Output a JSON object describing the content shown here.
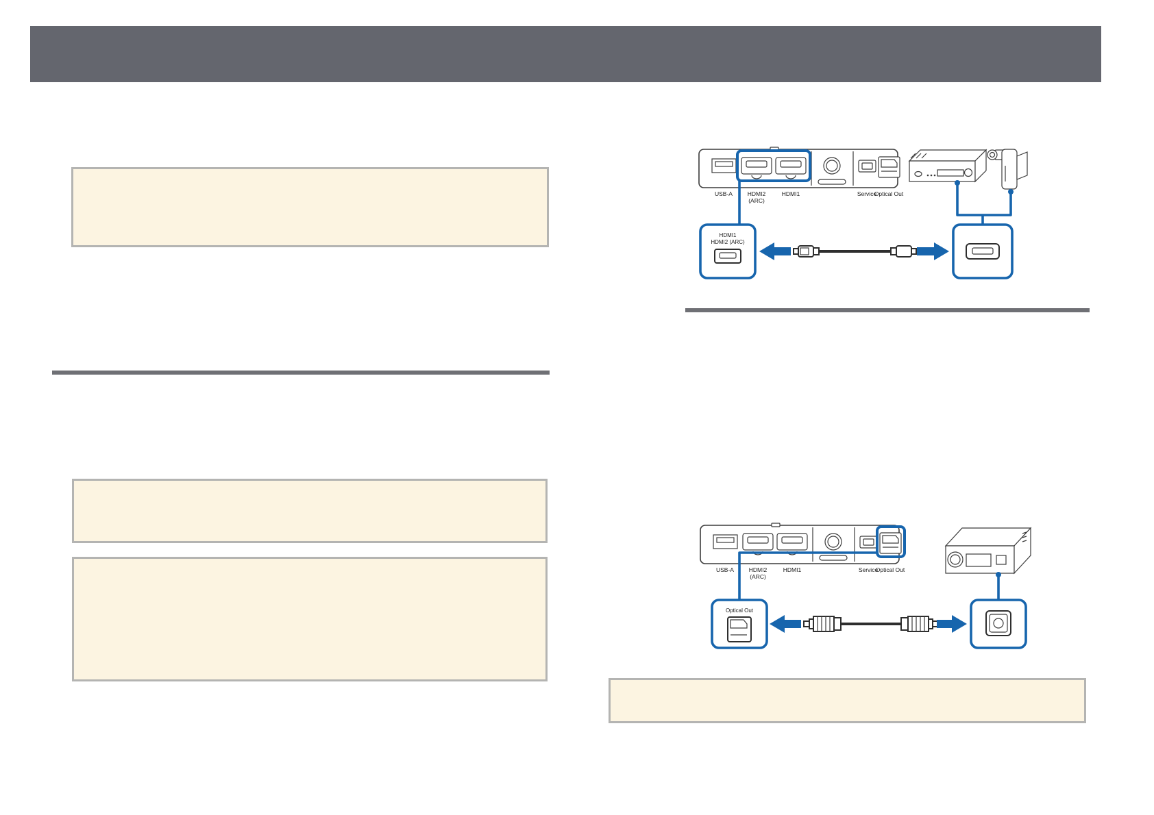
{
  "document": {
    "type": "projector-manual-page"
  },
  "colors": {
    "header_bar": "#64666E",
    "section_rule": "#6F7075",
    "note_background": "#FCF4E1",
    "note_border": "#B4B4B2",
    "accent_blue": "#1765AD",
    "line_art": "#3B3B3B"
  },
  "hdmi_diagram": {
    "port_labels": {
      "usb_a": "USB-A",
      "hdmi2_line1": "HDMI2",
      "hdmi2_line2": "(ARC)",
      "hdmi1": "HDMI1",
      "service": "Service",
      "optical_out": "Optical Out"
    },
    "projector_callout": {
      "line1": "HDMI1",
      "line2": "HDMI2 (ARC)"
    }
  },
  "optical_diagram": {
    "port_labels": {
      "usb_a": "USB-A",
      "hdmi2_line1": "HDMI2",
      "hdmi2_line2": "(ARC)",
      "hdmi1": "HDMI1",
      "service": "Service",
      "optical_out": "Optical Out"
    },
    "projector_callout": {
      "line1": "Optical Out"
    }
  }
}
